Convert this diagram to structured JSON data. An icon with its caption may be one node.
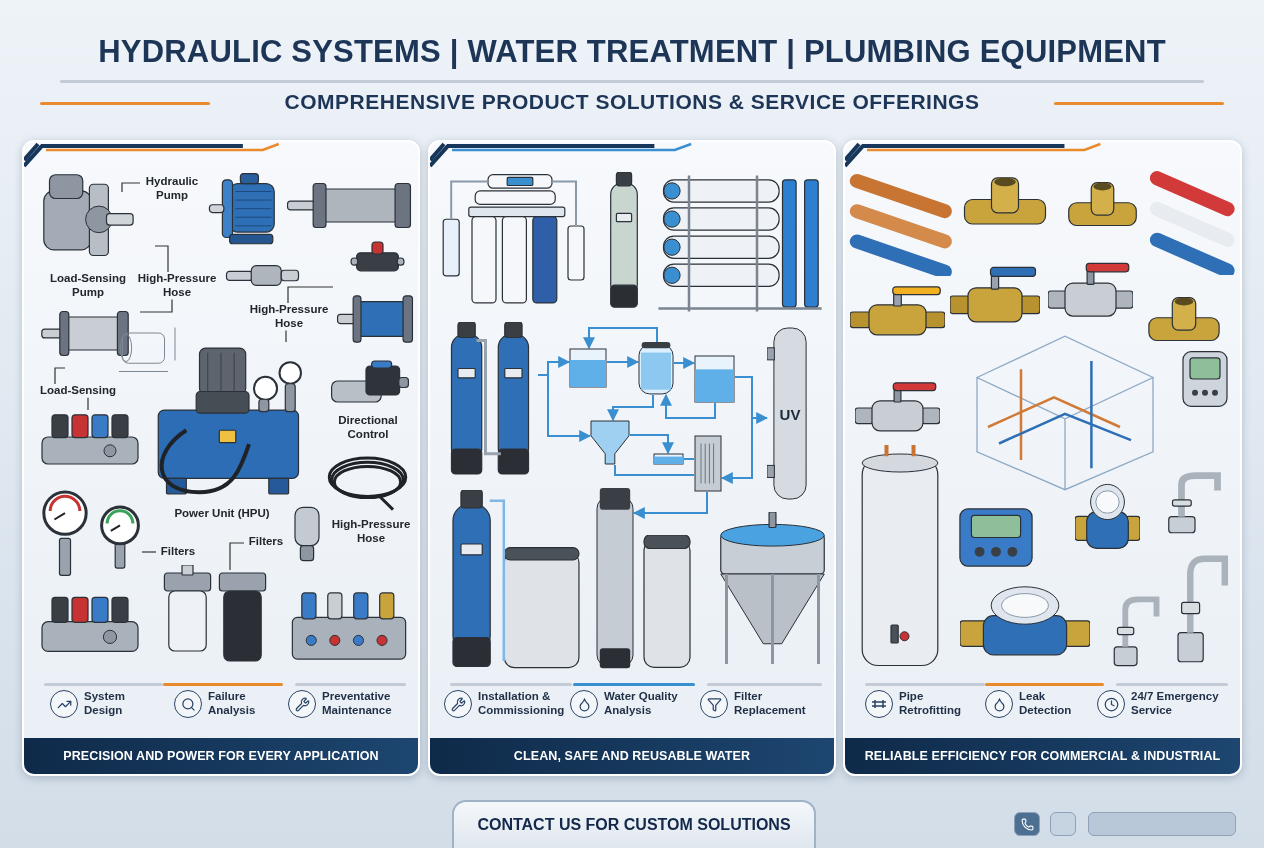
{
  "diagram": {
    "title": "HYDRAULIC SYSTEMS | WATER TREATMENT | PLUMBING EQUIPMENT",
    "nodes": [
      {
        "text": [
          "PRECISION AND POWER FOR EVERY APPLICATION"
        ]
      },
      {
        "text": [
          "Hydraulic Pump"
        ],
        "in": 0
      },
      {
        "text": [
          "Load-Sensing Pump"
        ],
        "in": 0
      },
      {
        "text": [
          "High-Pressure Hose"
        ],
        "in": 0
      },
      {
        "text": [
          "High-Pressure Hose"
        ],
        "in": 0
      },
      {
        "text": [
          "Load-Sensing"
        ],
        "in": 0
      },
      {
        "text": [
          "Directional Control"
        ],
        "in": 0
      },
      {
        "text": [
          "Power Unit (HPU)"
        ],
        "in": 0
      },
      {
        "text": [
          "High-Pressure Hose"
        ],
        "in": 0
      },
      {
        "text": [
          "Filters"
        ],
        "in": 0
      },
      {
        "text": [
          "Filters"
        ],
        "in": 0
      },
      {
        "text": [
          "CLEAN, SAFE AND REUSABLE WATER"
        ]
      },
      {
        "text": [],
        "shape": "box",
        "in": 11
      },
      {
        "text": [],
        "shape": "cylinder",
        "in": 11
      },
      {
        "text": [],
        "shape": "box",
        "in": 11
      },
      {
        "text": [],
        "shape": "funnel",
        "in": 11
      },
      {
        "text": [],
        "shape": "box",
        "in": 11
      },
      {
        "text": [],
        "shape": "filter",
        "in": 11
      },
      {
        "text": [
          "UV"
        ],
        "in": 11
      },
      {
        "text": [],
        "shape": "cylinder",
        "in": 11
      },
      {
        "text": [
          "RELIABLE EFFICIENCY FOR COMMERCIAL & INDUSTRIAL"
        ]
      },
      {
        "text": [
          "CONTACT US FOR CUSTOM SOLUTIONS"
        ]
      }
    ],
    "edges": [
      {
        "from": 1,
        "to": null,
        "arrow": "none",
        "color": "#333333"
      },
      {
        "from": 3,
        "to": null,
        "arrow": "none",
        "color": "#333333"
      },
      {
        "from": 3,
        "to": null,
        "arrow": "none",
        "color": "#333333"
      },
      {
        "from": 4,
        "to": null,
        "arrow": "none",
        "color": "#333333"
      },
      {
        "from": 4,
        "to": null,
        "arrow": "none",
        "color": "#333333"
      },
      {
        "from": 5,
        "to": null,
        "arrow": "none",
        "color": "#333333"
      },
      {
        "from": 5,
        "to": null,
        "arrow": "none",
        "color": "#333333"
      },
      {
        "from": 9,
        "to": null,
        "arrow": "none",
        "color": "#333333"
      },
      {
        "from": 10,
        "to": null,
        "arrow": "none",
        "color": "#333333"
      },
      {
        "from": null,
        "to": 12,
        "arrow": "to"
      },
      {
        "from": null,
        "to": 15,
        "arrow": "to"
      },
      {
        "from": 12,
        "to": 13,
        "arrow": "to"
      },
      {
        "from": 13,
        "to": 12,
        "arrow": "to"
      },
      {
        "from": 13,
        "to": 14,
        "arrow": "to"
      },
      {
        "from": 14,
        "to": 13,
        "arrow": "to"
      },
      {
        "from": 13,
        "to": 15,
        "arrow": "to"
      },
      {
        "from": 15,
        "to": 16,
        "arrow": "to"
      },
      {
        "from": 16,
        "to": 17,
        "arrow": "none"
      },
      {
        "from": 14,
        "to": 18,
        "arrow": "to"
      },
      {
        "from": 14,
        "to": 17,
        "arrow": "to"
      },
      {
        "from": 17,
        "to": 19,
        "arrow": "to"
      },
      {
        "from": 15,
        "to": 17,
        "arrow": "none"
      }
    ],
    "labels": [
      "COMPREHENSIVE PRODUCT SOLUTIONS & SERVICE OFFERINGS",
      "System Design",
      "Failure Analysis",
      "Preventative Maintenance",
      "Installation & Commissioning",
      "Water Quality Analysis",
      "Filter Replacement",
      "Pipe Retrofitting",
      "Leak Detection",
      "24/7 Emergency Service"
    ]
  }
}
